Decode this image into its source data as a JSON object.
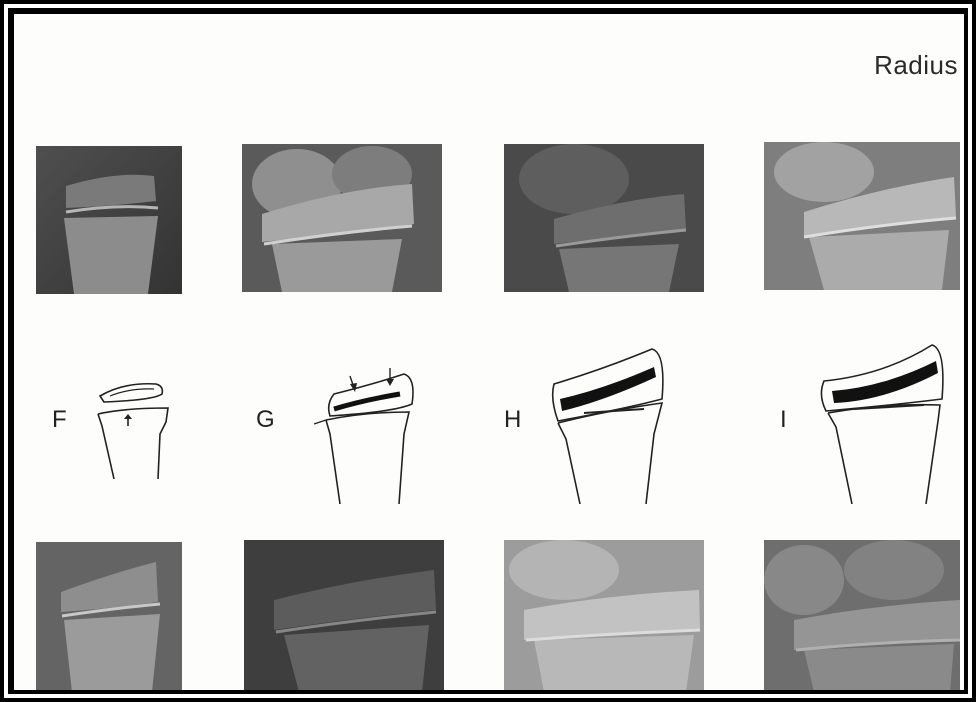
{
  "title": "Radius",
  "stages": [
    {
      "label": "F",
      "arrow_icon": "up-arrow-icon"
    },
    {
      "label": "G",
      "arrow_icon": "down-arrow-icon"
    },
    {
      "label": "H"
    },
    {
      "label": "I"
    }
  ],
  "colors": {
    "background": "#fdfdfc",
    "frame": "#000000",
    "ink": "#222222"
  }
}
